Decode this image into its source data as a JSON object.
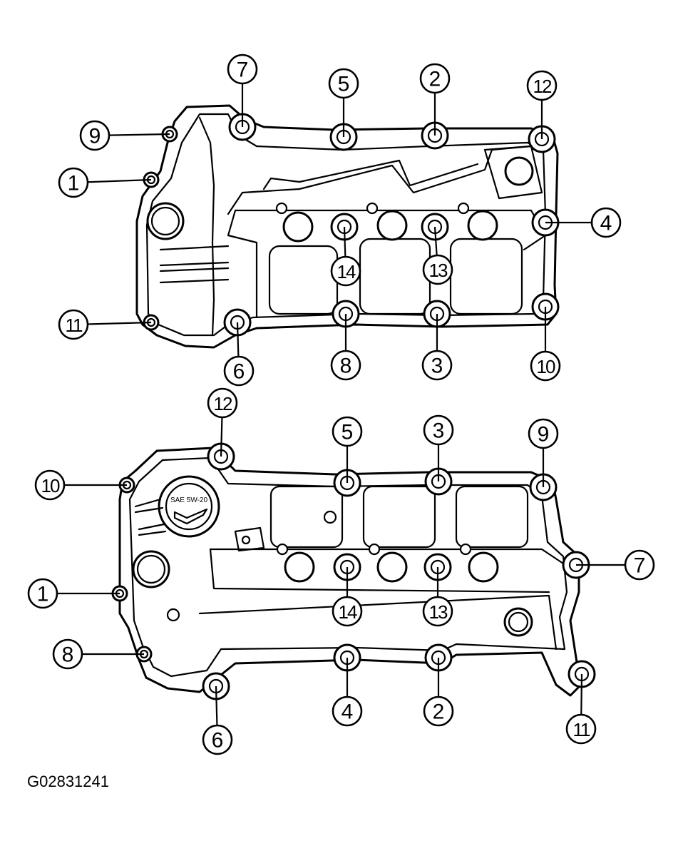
{
  "upper_cover": {
    "callouts": [
      {
        "id": "u7",
        "label": "7"
      },
      {
        "id": "u5",
        "label": "5"
      },
      {
        "id": "u2",
        "label": "2"
      },
      {
        "id": "u12",
        "label": "12"
      },
      {
        "id": "u9",
        "label": "9"
      },
      {
        "id": "u1",
        "label": "1"
      },
      {
        "id": "u4",
        "label": "4"
      },
      {
        "id": "u14",
        "label": "14"
      },
      {
        "id": "u13",
        "label": "13"
      },
      {
        "id": "u11",
        "label": "11"
      },
      {
        "id": "u6",
        "label": "6"
      },
      {
        "id": "u8",
        "label": "8"
      },
      {
        "id": "u3",
        "label": "3"
      },
      {
        "id": "u10",
        "label": "10"
      }
    ]
  },
  "lower_cover": {
    "oil_cap_text": "SAE 5W-20",
    "callouts": [
      {
        "id": "l12",
        "label": "12"
      },
      {
        "id": "l5",
        "label": "5"
      },
      {
        "id": "l3",
        "label": "3"
      },
      {
        "id": "l9",
        "label": "9"
      },
      {
        "id": "l10",
        "label": "10"
      },
      {
        "id": "l7",
        "label": "7"
      },
      {
        "id": "l1",
        "label": "1"
      },
      {
        "id": "l14",
        "label": "14"
      },
      {
        "id": "l13",
        "label": "13"
      },
      {
        "id": "l8",
        "label": "8"
      },
      {
        "id": "l4",
        "label": "4"
      },
      {
        "id": "l2",
        "label": "2"
      },
      {
        "id": "l6",
        "label": "6"
      },
      {
        "id": "l11",
        "label": "11"
      }
    ]
  },
  "figure_code": "G02831241"
}
